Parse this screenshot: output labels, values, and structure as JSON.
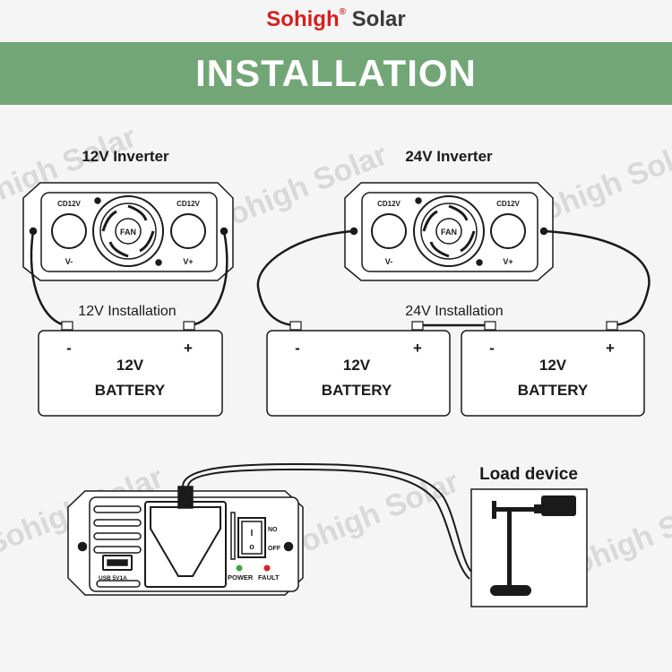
{
  "header": {
    "brand": "Sohigh",
    "brand_suffix": "Solar",
    "reg_mark": "®",
    "banner_title": "INSTALLATION"
  },
  "inverter_12v": {
    "title": "12V Inverter",
    "left_terminal": "CD12V",
    "right_terminal": "CD12V",
    "fan": "FAN",
    "neg": "V-",
    "pos": "V+",
    "installation_label": "12V Installation",
    "battery": {
      "neg": "-",
      "pos": "+",
      "voltage": "12V",
      "label": "BATTERY"
    }
  },
  "inverter_24v": {
    "title": "24V Inverter",
    "left_terminal": "CD12V",
    "right_terminal": "CD12V",
    "fan": "FAN",
    "neg": "V-",
    "pos": "V+",
    "installation_label": "24V Installation",
    "batteries": [
      {
        "neg": "-",
        "pos": "+",
        "voltage": "12V",
        "label": "BATTERY"
      },
      {
        "neg": "-",
        "pos": "+",
        "voltage": "12V",
        "label": "BATTERY"
      }
    ]
  },
  "front_panel": {
    "usb": "USB 5V1A",
    "switch_on": "NO",
    "switch_off": "OFF",
    "power": "POWER",
    "fault": "FAULT",
    "switch_symbol_on": "I",
    "switch_symbol_off": "o",
    "led_power_color": "#3aa64a",
    "led_fault_color": "#e02020"
  },
  "load_device": {
    "title": "Load device"
  },
  "watermarks": [
    "Sohigh Solar",
    "Sohigh Solar",
    "Sohigh Solar",
    "Sohigh Solar",
    "Sohigh Solar",
    "Sohigh Solar"
  ],
  "colors": {
    "banner": "#72a676",
    "brand_red": "#d81e1e",
    "outline": "#1a1a1a",
    "watermark": "#d6d6d6"
  }
}
